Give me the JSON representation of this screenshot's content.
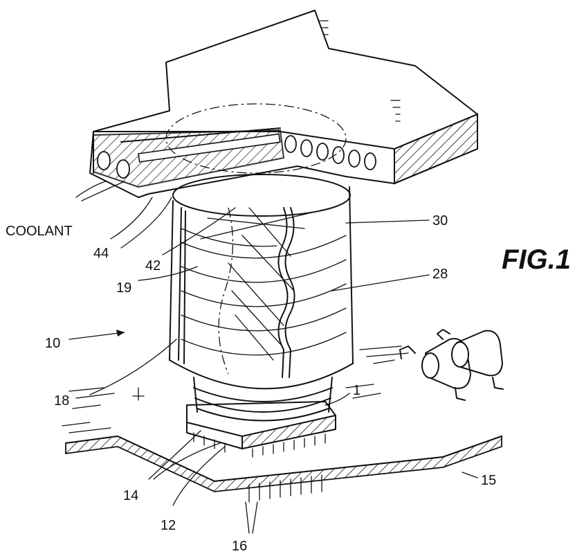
{
  "figure": {
    "title": "FIG.1",
    "labels": {
      "coolant": "COOLANT",
      "n44": "44",
      "n42": "42",
      "n30": "30",
      "n28": "28",
      "n19": "19",
      "n10": "10",
      "n18": "18",
      "n1": "1",
      "n14": "14",
      "n12": "12",
      "n16": "16",
      "n15": "15"
    }
  }
}
